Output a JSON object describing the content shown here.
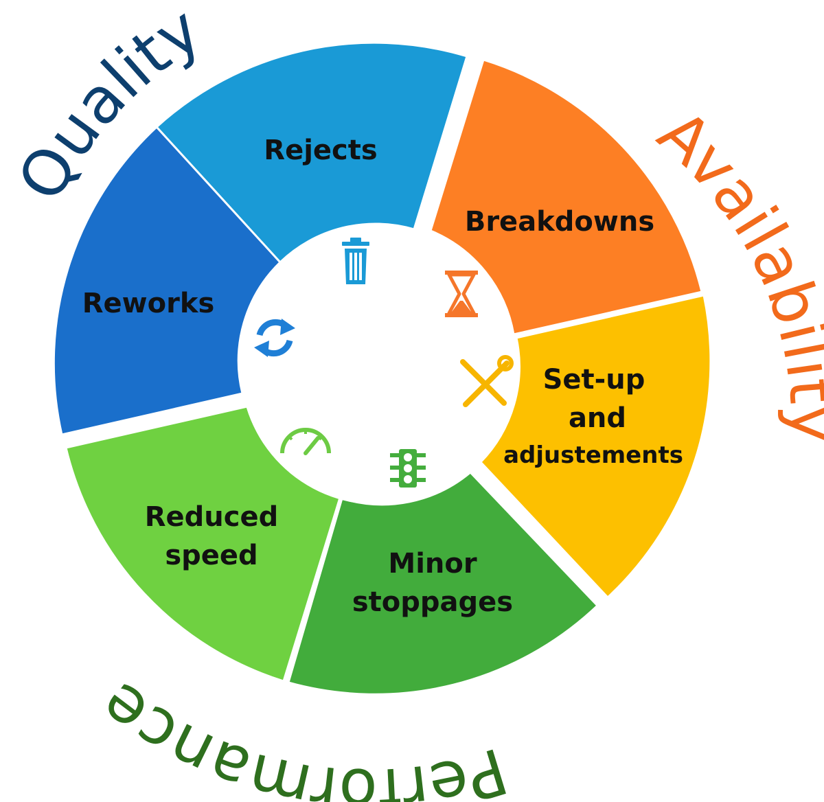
{
  "groups": {
    "quality": {
      "label": "Quality",
      "color": "#0d3f6e"
    },
    "availability": {
      "label": "Availability",
      "color": "#f26a1b"
    },
    "performance": {
      "label": "Performance",
      "color": "#2e6f1e"
    }
  },
  "segments": {
    "rejects": {
      "label": "Rejects",
      "color": "#1a9ad6",
      "icon": "trash-icon",
      "icon_color": "#1a9ad6"
    },
    "breakdowns": {
      "label": "Breakdowns",
      "color": "#fd7f24",
      "icon": "hourglass-icon",
      "icon_color": "#f5762a"
    },
    "setup": {
      "lines": [
        "Set-up",
        "and",
        "adjustements"
      ],
      "color": "#fdc000",
      "icon": "tools-icon",
      "icon_color": "#f7b500"
    },
    "minor": {
      "lines": [
        "Minor",
        "stoppages"
      ],
      "color": "#42ac3c",
      "icon": "traffic-light-icon",
      "icon_color": "#44ad3d"
    },
    "reduced": {
      "lines": [
        "Reduced",
        "speed"
      ],
      "color": "#6fd141",
      "icon": "speedometer-icon",
      "icon_color": "#6dcb44"
    },
    "reworks": {
      "label": "Reworks",
      "color": "#1a6fcb",
      "icon": "refresh-icon",
      "icon_color": "#1f7fd6"
    }
  }
}
